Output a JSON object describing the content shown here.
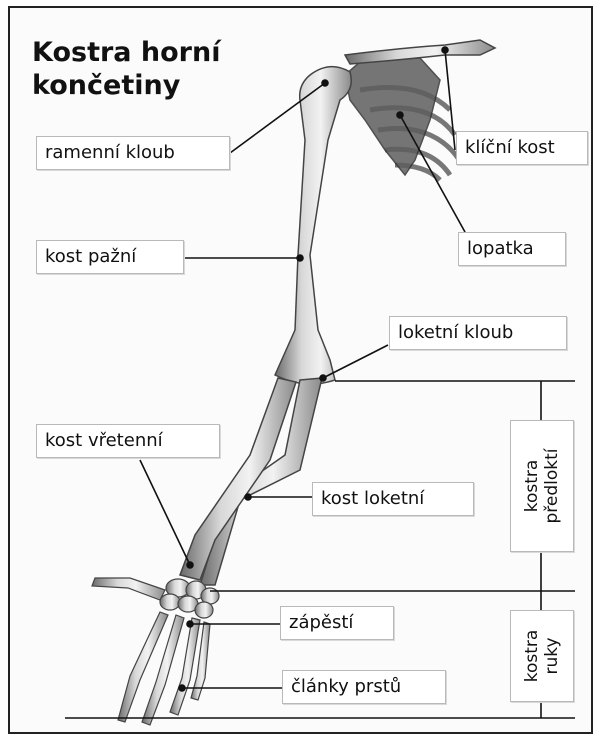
{
  "title": {
    "line1": "Kostra horní",
    "line2": "končetiny"
  },
  "labels": {
    "shoulder_joint": "ramenní kloub",
    "clavicle": "klíční kost",
    "humerus": "kost pažní",
    "scapula": "lopatka",
    "elbow_joint": "loketní kloub",
    "radius": "kost vřetenní",
    "ulna": "kost loketní",
    "wrist": "zápěstí",
    "phalanges": "články prstů"
  },
  "groups": {
    "forearm": {
      "line1": "kostra",
      "line2": "předloktí"
    },
    "hand": {
      "line1": "kostra",
      "line2": "ruky"
    }
  }
}
